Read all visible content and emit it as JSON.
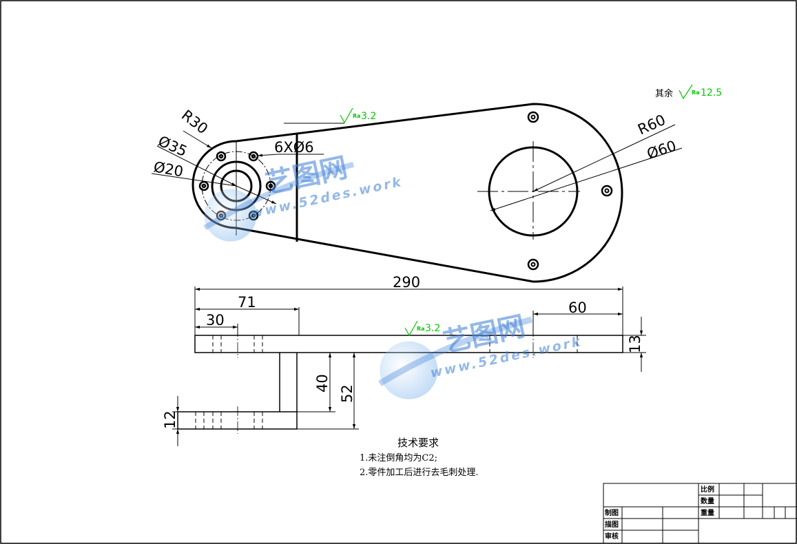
{
  "dimensions": {
    "r30": "R30",
    "d35": "Ø35",
    "d20": "Ø20",
    "holes": "6XØ6",
    "r60": "R60",
    "d60": "Ø60",
    "len290": "290",
    "len71": "71",
    "len30": "30",
    "len60": "60",
    "h13": "13",
    "h40": "40",
    "h52": "52",
    "h12": "12"
  },
  "roughness": {
    "ra_label": "Ra",
    "top_value": "3.2",
    "front_value": "3.2",
    "rest_prefix": "其余",
    "rest_value": "12.5"
  },
  "notes": {
    "title": "技术要求",
    "line1": "1.未注倒角均为C2;",
    "line2": "2.零件加工后进行去毛刺处理."
  },
  "title_block": {
    "scale": "比例",
    "quantity": "数量",
    "weight": "重量",
    "drawn": "制图",
    "traced": "描图",
    "checked": "审核"
  },
  "watermark": {
    "brand": "艺图网",
    "url": "www.52des.work"
  },
  "colors": {
    "line": "#000000",
    "roughness": "#00c800",
    "watermark": "#3d7fd6"
  }
}
